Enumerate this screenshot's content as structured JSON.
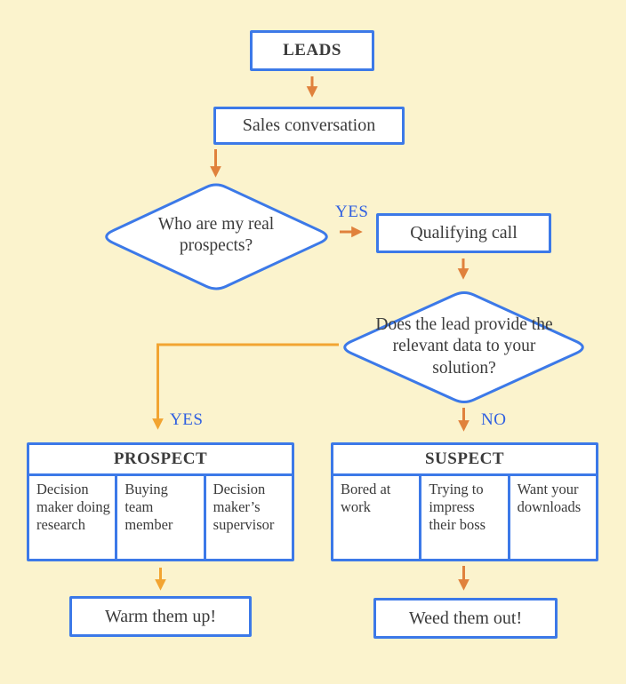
{
  "nodes": {
    "leads": "LEADS",
    "sales_conversation": "Sales conversation",
    "who_are_my_real_prospects": "Who are my real prospects?",
    "qualifying_call": "Qualifying call",
    "does_the_lead_provide_data": "Does the lead provide the relevant data to your solution?",
    "warm_them_up": "Warm them up!",
    "weed_them_out": "Weed them out!"
  },
  "edge_labels": {
    "yes_to_qualifying_call": "YES",
    "yes_to_prospect": "YES",
    "no_to_suspect": "NO"
  },
  "tables": {
    "prospect": {
      "header": "PROSPECT",
      "cells": [
        "Decision maker doing research",
        "Buying team member",
        "Decision maker’s supervisor"
      ]
    },
    "suspect": {
      "header": "SUSPECT",
      "cells": [
        "Bored at work",
        "Trying to impress their boss",
        "Want your downloads"
      ]
    }
  },
  "colors": {
    "background": "#FBF3CD",
    "node_fill": "#FFFFFF",
    "node_border": "#3C79E8",
    "arrow_orange": "#E0813C",
    "arrow_amber": "#F2A431",
    "edge_label_blue": "#2F5FE1",
    "text": "#3B3B3B"
  }
}
